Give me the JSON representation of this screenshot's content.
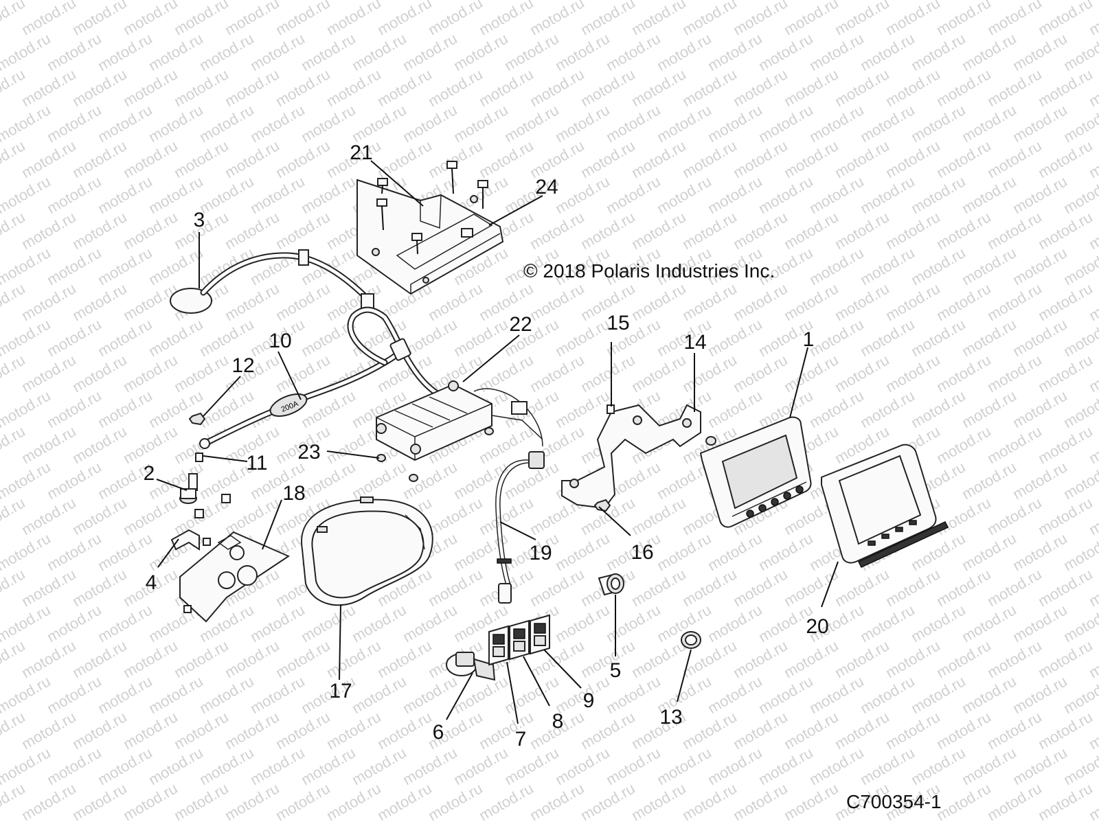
{
  "copyright": "© 2018 Polaris Industries Inc.",
  "figure_id": "C700354-1",
  "watermark_text": "motod.ru",
  "callouts": {
    "c1": "1",
    "c2": "2",
    "c3": "3",
    "c4": "4",
    "c5": "5",
    "c6": "6",
    "c7": "7",
    "c8": "8",
    "c9": "9",
    "c10": "10",
    "c11": "11",
    "c12": "12",
    "c13": "13",
    "c14": "14",
    "c15": "15",
    "c16": "16",
    "c17": "17",
    "c18": "18",
    "c19": "19",
    "c20": "20",
    "c21": "21",
    "c22": "22",
    "c23": "23",
    "c24": "24"
  },
  "fuse_label": "200A"
}
